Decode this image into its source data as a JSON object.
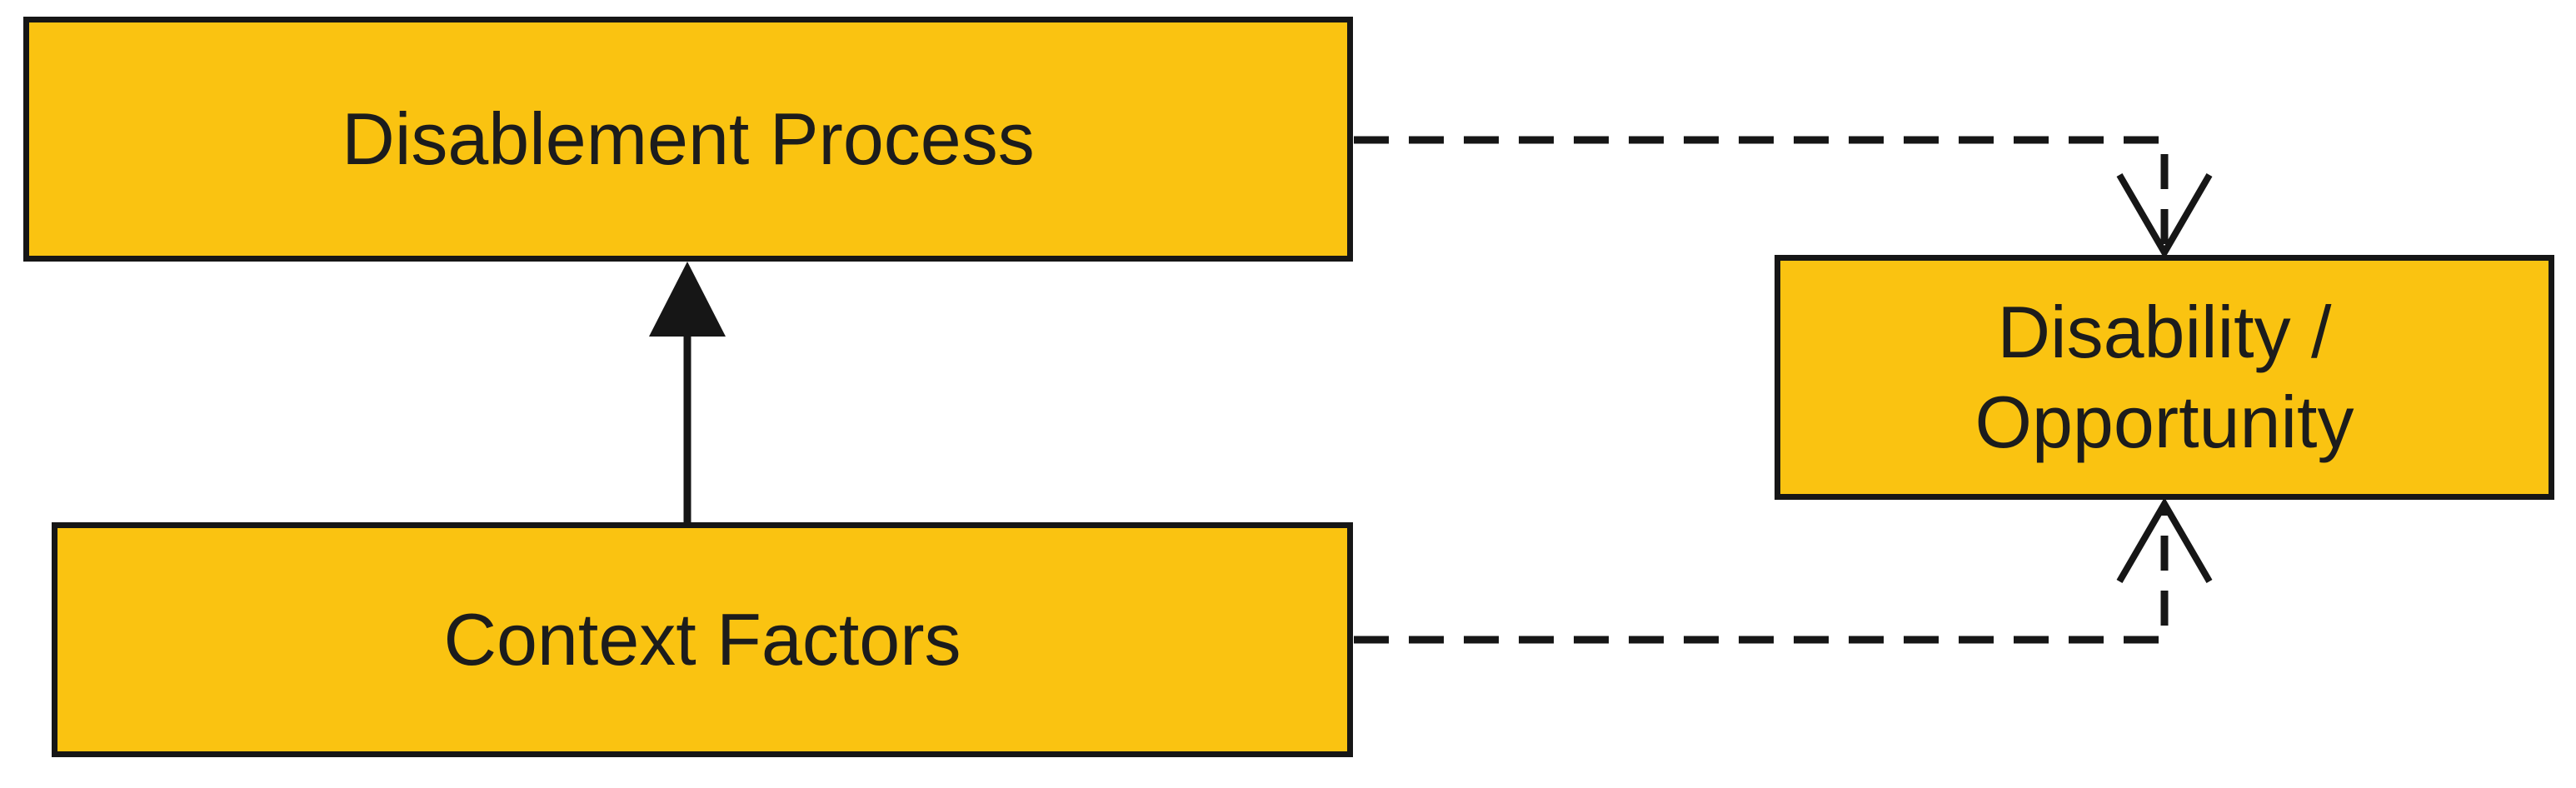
{
  "diagram": {
    "background_color": "#ffffff",
    "node_fill_color": "#fac311",
    "node_border_color": "#161616",
    "edge_color": "#161616",
    "nodes": [
      {
        "id": "disablement-process",
        "label": "Disablement Process"
      },
      {
        "id": "context-factors",
        "label": "Context Factors"
      },
      {
        "id": "disability-opportunity",
        "label": "Disability / Opportunity",
        "label_line1": "Disability /",
        "label_line2": "Opportunity"
      }
    ],
    "edges": [
      {
        "from": "context-factors",
        "to": "disablement-process",
        "style": "solid",
        "arrowhead": "filled-triangle"
      },
      {
        "from": "disablement-process",
        "to": "disability-opportunity",
        "style": "dashed",
        "arrowhead": "open-v"
      },
      {
        "from": "context-factors",
        "to": "disability-opportunity",
        "style": "dashed",
        "arrowhead": "open-v"
      }
    ]
  }
}
